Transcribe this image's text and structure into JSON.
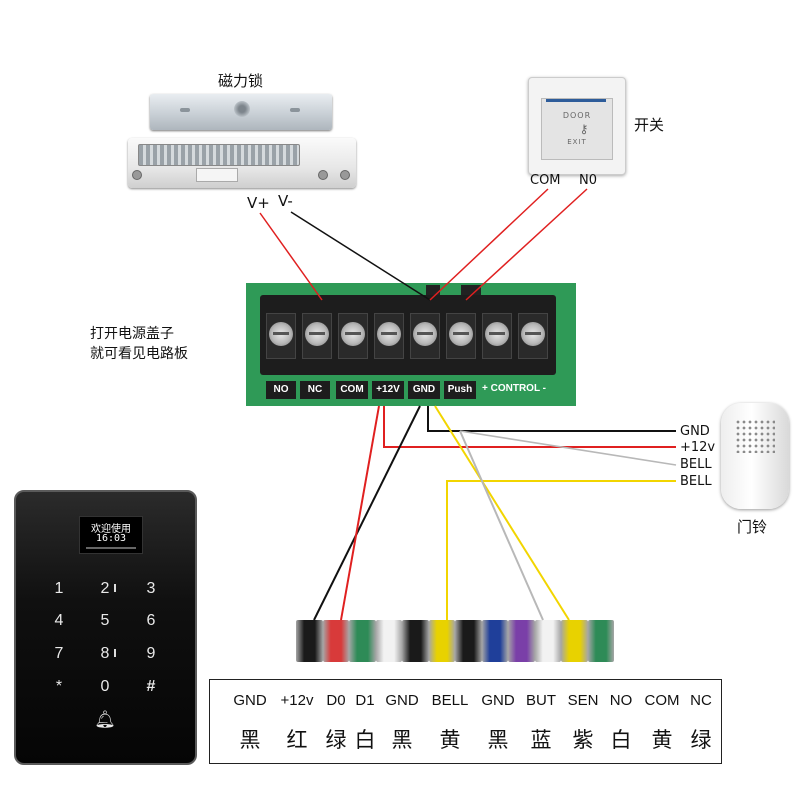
{
  "lock": {
    "title": "磁力锁",
    "v_plus": "V+",
    "v_minus": "V-"
  },
  "exit_button": {
    "title": "开关",
    "com": "COM",
    "no": "N0",
    "face_top": "DOOR",
    "face_bottom": "EXIT"
  },
  "board": {
    "note_line1": "打开电源盖子",
    "note_line2": "就可看见电路板",
    "terminals": [
      "NO",
      "NC",
      "COM",
      "+12V",
      "GND",
      "Push"
    ],
    "control_label": "+ CONTROL -"
  },
  "doorbell": {
    "title": "门铃",
    "wires": [
      "GND",
      "+12v",
      "BELL",
      "BELL"
    ]
  },
  "keypad": {
    "screen_line1": "欢迎使用",
    "screen_line2": "16:03",
    "keys": [
      "1",
      "2",
      "3",
      "4",
      "5",
      "6",
      "7",
      "8",
      "9",
      "*",
      "0",
      "#"
    ]
  },
  "table": {
    "terminals": [
      "GND",
      "+12v",
      "D0",
      "D1",
      "GND",
      "BELL",
      "GND",
      "BUT",
      "SEN",
      "NO",
      "COM",
      "NC"
    ],
    "colors": [
      "黑",
      "红",
      "绿",
      "白",
      "黑",
      "黄",
      "黑",
      "蓝",
      "紫",
      "白",
      "黄",
      "绿"
    ]
  },
  "wire_colors": {
    "black": "#111111",
    "red": "#e02020",
    "yellow": "#f2d500",
    "gray": "#b8b8b8",
    "board_green": "#2f9a57"
  },
  "ribbon_colors": [
    "#1a1a1a",
    "#d83a3a",
    "#2e8b57",
    "#f2f2f2",
    "#1a1a1a",
    "#e8d200",
    "#1a1a1a",
    "#1f3f9a",
    "#7a3fa8",
    "#f2f2f2",
    "#e8d200",
    "#2e8b57"
  ]
}
